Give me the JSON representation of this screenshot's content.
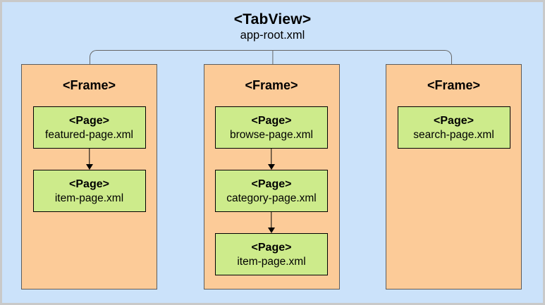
{
  "diagram": {
    "root": {
      "tag": "<TabView>",
      "file": "app-root.xml"
    },
    "frames": [
      {
        "tag": "<Frame>",
        "pages": [
          {
            "tag": "<Page>",
            "file": "featured-page.xml"
          },
          {
            "tag": "<Page>",
            "file": "item-page.xml"
          }
        ]
      },
      {
        "tag": "<Frame>",
        "pages": [
          {
            "tag": "<Page>",
            "file": "browse-page.xml"
          },
          {
            "tag": "<Page>",
            "file": "category-page.xml"
          },
          {
            "tag": "<Page>",
            "file": "item-page.xml"
          }
        ]
      },
      {
        "tag": "<Frame>",
        "pages": [
          {
            "tag": "<Page>",
            "file": "search-page.xml"
          }
        ]
      }
    ],
    "colors": {
      "background": "#cbe2fa",
      "outer_border": "#c9c9c9",
      "frame_fill": "#fccb98",
      "frame_border": "#5c5c5c",
      "page_fill": "#cdeb8b",
      "page_border": "#000000",
      "connector": "#666666",
      "arrow": "#000000"
    }
  }
}
